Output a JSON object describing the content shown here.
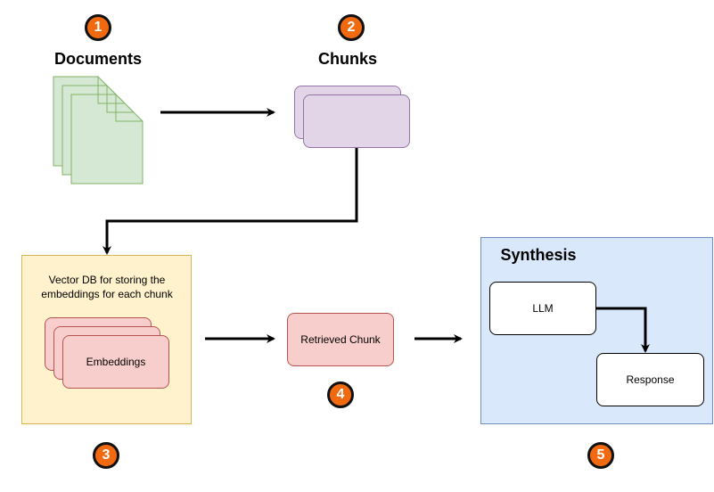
{
  "badges": {
    "b1": "1",
    "b2": "2",
    "b3": "3",
    "b4": "4",
    "b5": "5"
  },
  "documents": {
    "title": "Documents"
  },
  "chunks": {
    "title": "Chunks"
  },
  "vector_db": {
    "caption": "Vector DB for storing the embeddings for each chunk",
    "embeddings_label": "Embeddings"
  },
  "retrieved": {
    "label": "Retrieved Chunk"
  },
  "synthesis": {
    "title": "Synthesis",
    "llm_label": "LLM",
    "response_label": "Response"
  },
  "colors": {
    "badge": "#f26a10",
    "doc_fill": "#d5e8d4",
    "doc_stroke": "#82b366",
    "chunk_fill": "#e1d5e7",
    "chunk_stroke": "#9673a6",
    "db_fill": "#fff2cc",
    "db_stroke": "#d6b656",
    "pink_fill": "#f8cecc",
    "pink_stroke": "#b85450",
    "synth_fill": "#dae8fc",
    "synth_stroke": "#6c8ebf"
  }
}
